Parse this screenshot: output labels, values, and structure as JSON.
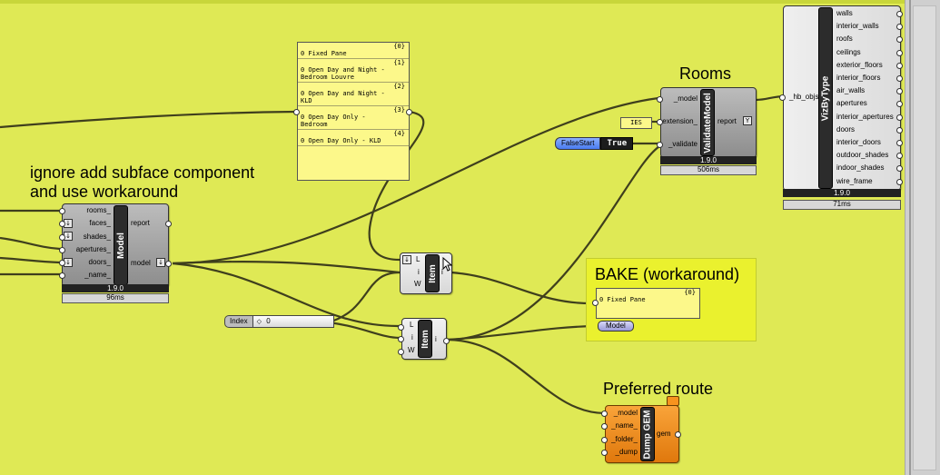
{
  "groups": {
    "ignore_title_1": "ignore add subface component",
    "ignore_title_2": "and use workaround",
    "rooms_title": "Rooms",
    "bake_title": "BAKE (workaround)",
    "preferred_title": "Preferred route"
  },
  "model_component": {
    "name": "Model",
    "inputs": [
      "rooms_",
      "faces_",
      "shades_",
      "apertures_",
      "doors_",
      "_name_"
    ],
    "outputs": [
      "report",
      "model"
    ],
    "version": "1.9.0",
    "time": "96ms"
  },
  "list_panel": {
    "items": [
      {
        "index": "{0}",
        "lines": [
          "0 Fixed Pane"
        ]
      },
      {
        "index": "{1}",
        "lines": [
          "0 Open Day and Night -",
          "Bedroom Louvre"
        ]
      },
      {
        "index": "{2}",
        "lines": [
          "0 Open Day and Night -",
          "KLD"
        ]
      },
      {
        "index": "{3}",
        "lines": [
          "0 Open Day Only -",
          "Bedroom"
        ]
      },
      {
        "index": "{4}",
        "lines": [
          "0 Open Day Only - KLD"
        ]
      }
    ]
  },
  "validate_component": {
    "name": "ValidateModel",
    "inputs": [
      "_model",
      "extension_",
      "_validate"
    ],
    "outputs": [
      "report"
    ],
    "version": "1.9.0",
    "time": "506ms"
  },
  "ies_panel": {
    "text": "IES"
  },
  "toggle": {
    "label": "FalseStart",
    "value": "True"
  },
  "viz_component": {
    "name": "VizByType",
    "inputs": [
      "_hb_objs"
    ],
    "outputs": [
      "walls",
      "interior_walls",
      "roofs",
      "ceilings",
      "exterior_floors",
      "interior_floors",
      "air_walls",
      "apertures",
      "interior_apertures",
      "doors",
      "interior_doors",
      "outdoor_shades",
      "indoor_shades",
      "wire_frame"
    ],
    "version": "1.9.0",
    "time": "71ms"
  },
  "item_component_1": {
    "name": "Item",
    "inputs": [
      "L",
      "i",
      "W"
    ],
    "outputs": [
      "i"
    ]
  },
  "item_component_2": {
    "name": "Item",
    "inputs": [
      "L",
      "i",
      "W"
    ],
    "outputs": [
      "i"
    ]
  },
  "slider": {
    "label": "Index",
    "value": "0"
  },
  "bake_panel": {
    "index": "{0}",
    "line": "0 Fixed Pane"
  },
  "bake_param": {
    "label": "Model"
  },
  "dump_component": {
    "name": "Dump GEM",
    "inputs": [
      "_model",
      "_name_",
      "_folder_",
      "_dump"
    ],
    "outputs": [
      "gem"
    ]
  },
  "colors": {
    "canvas": "#dfe955",
    "wire": "#3f3f1d",
    "component": "#a9a9a9",
    "panel": "#fcf88a",
    "dump_component": "#f7931e",
    "bake_group": "#eaf12e"
  }
}
